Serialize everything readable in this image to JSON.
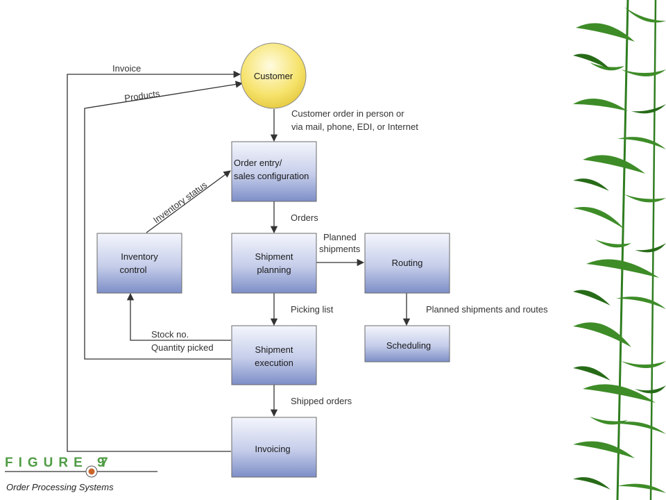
{
  "nodes": {
    "customer": "Customer",
    "order_entry": [
      "Order entry/",
      "sales configuration"
    ],
    "inventory_control": [
      "Inventory",
      "control"
    ],
    "shipment_planning": [
      "Shipment",
      "planning"
    ],
    "routing": "Routing",
    "shipment_execution": [
      "Shipment",
      "execution"
    ],
    "scheduling": "Scheduling",
    "invoicing": "Invoicing"
  },
  "edges": {
    "invoice": "Invoice",
    "products": "Products",
    "customer_order": [
      "Customer order in person or",
      "via mail, phone, EDI, or Internet"
    ],
    "inventory_status": "Inventory status",
    "orders": "Orders",
    "planned_shipments": [
      "Planned",
      "shipments"
    ],
    "picking_list": "Picking list",
    "planned_routes": "Planned shipments and routes",
    "stock_qty": [
      "Stock no.",
      "Quantity picked"
    ],
    "shipped_orders": "Shipped orders"
  },
  "caption": {
    "figure_left": "FIGURE 9",
    "figure_right": "7",
    "subtitle": "Order Processing Systems"
  },
  "colors": {
    "box_top": "#f2f4fb",
    "box_bottom": "#7f8fc7",
    "customer_fill": "#f2d94a",
    "figure_green": "#4f9c44",
    "bullet_orange": "#c9642a",
    "bamboo": "#2f7d1f"
  }
}
